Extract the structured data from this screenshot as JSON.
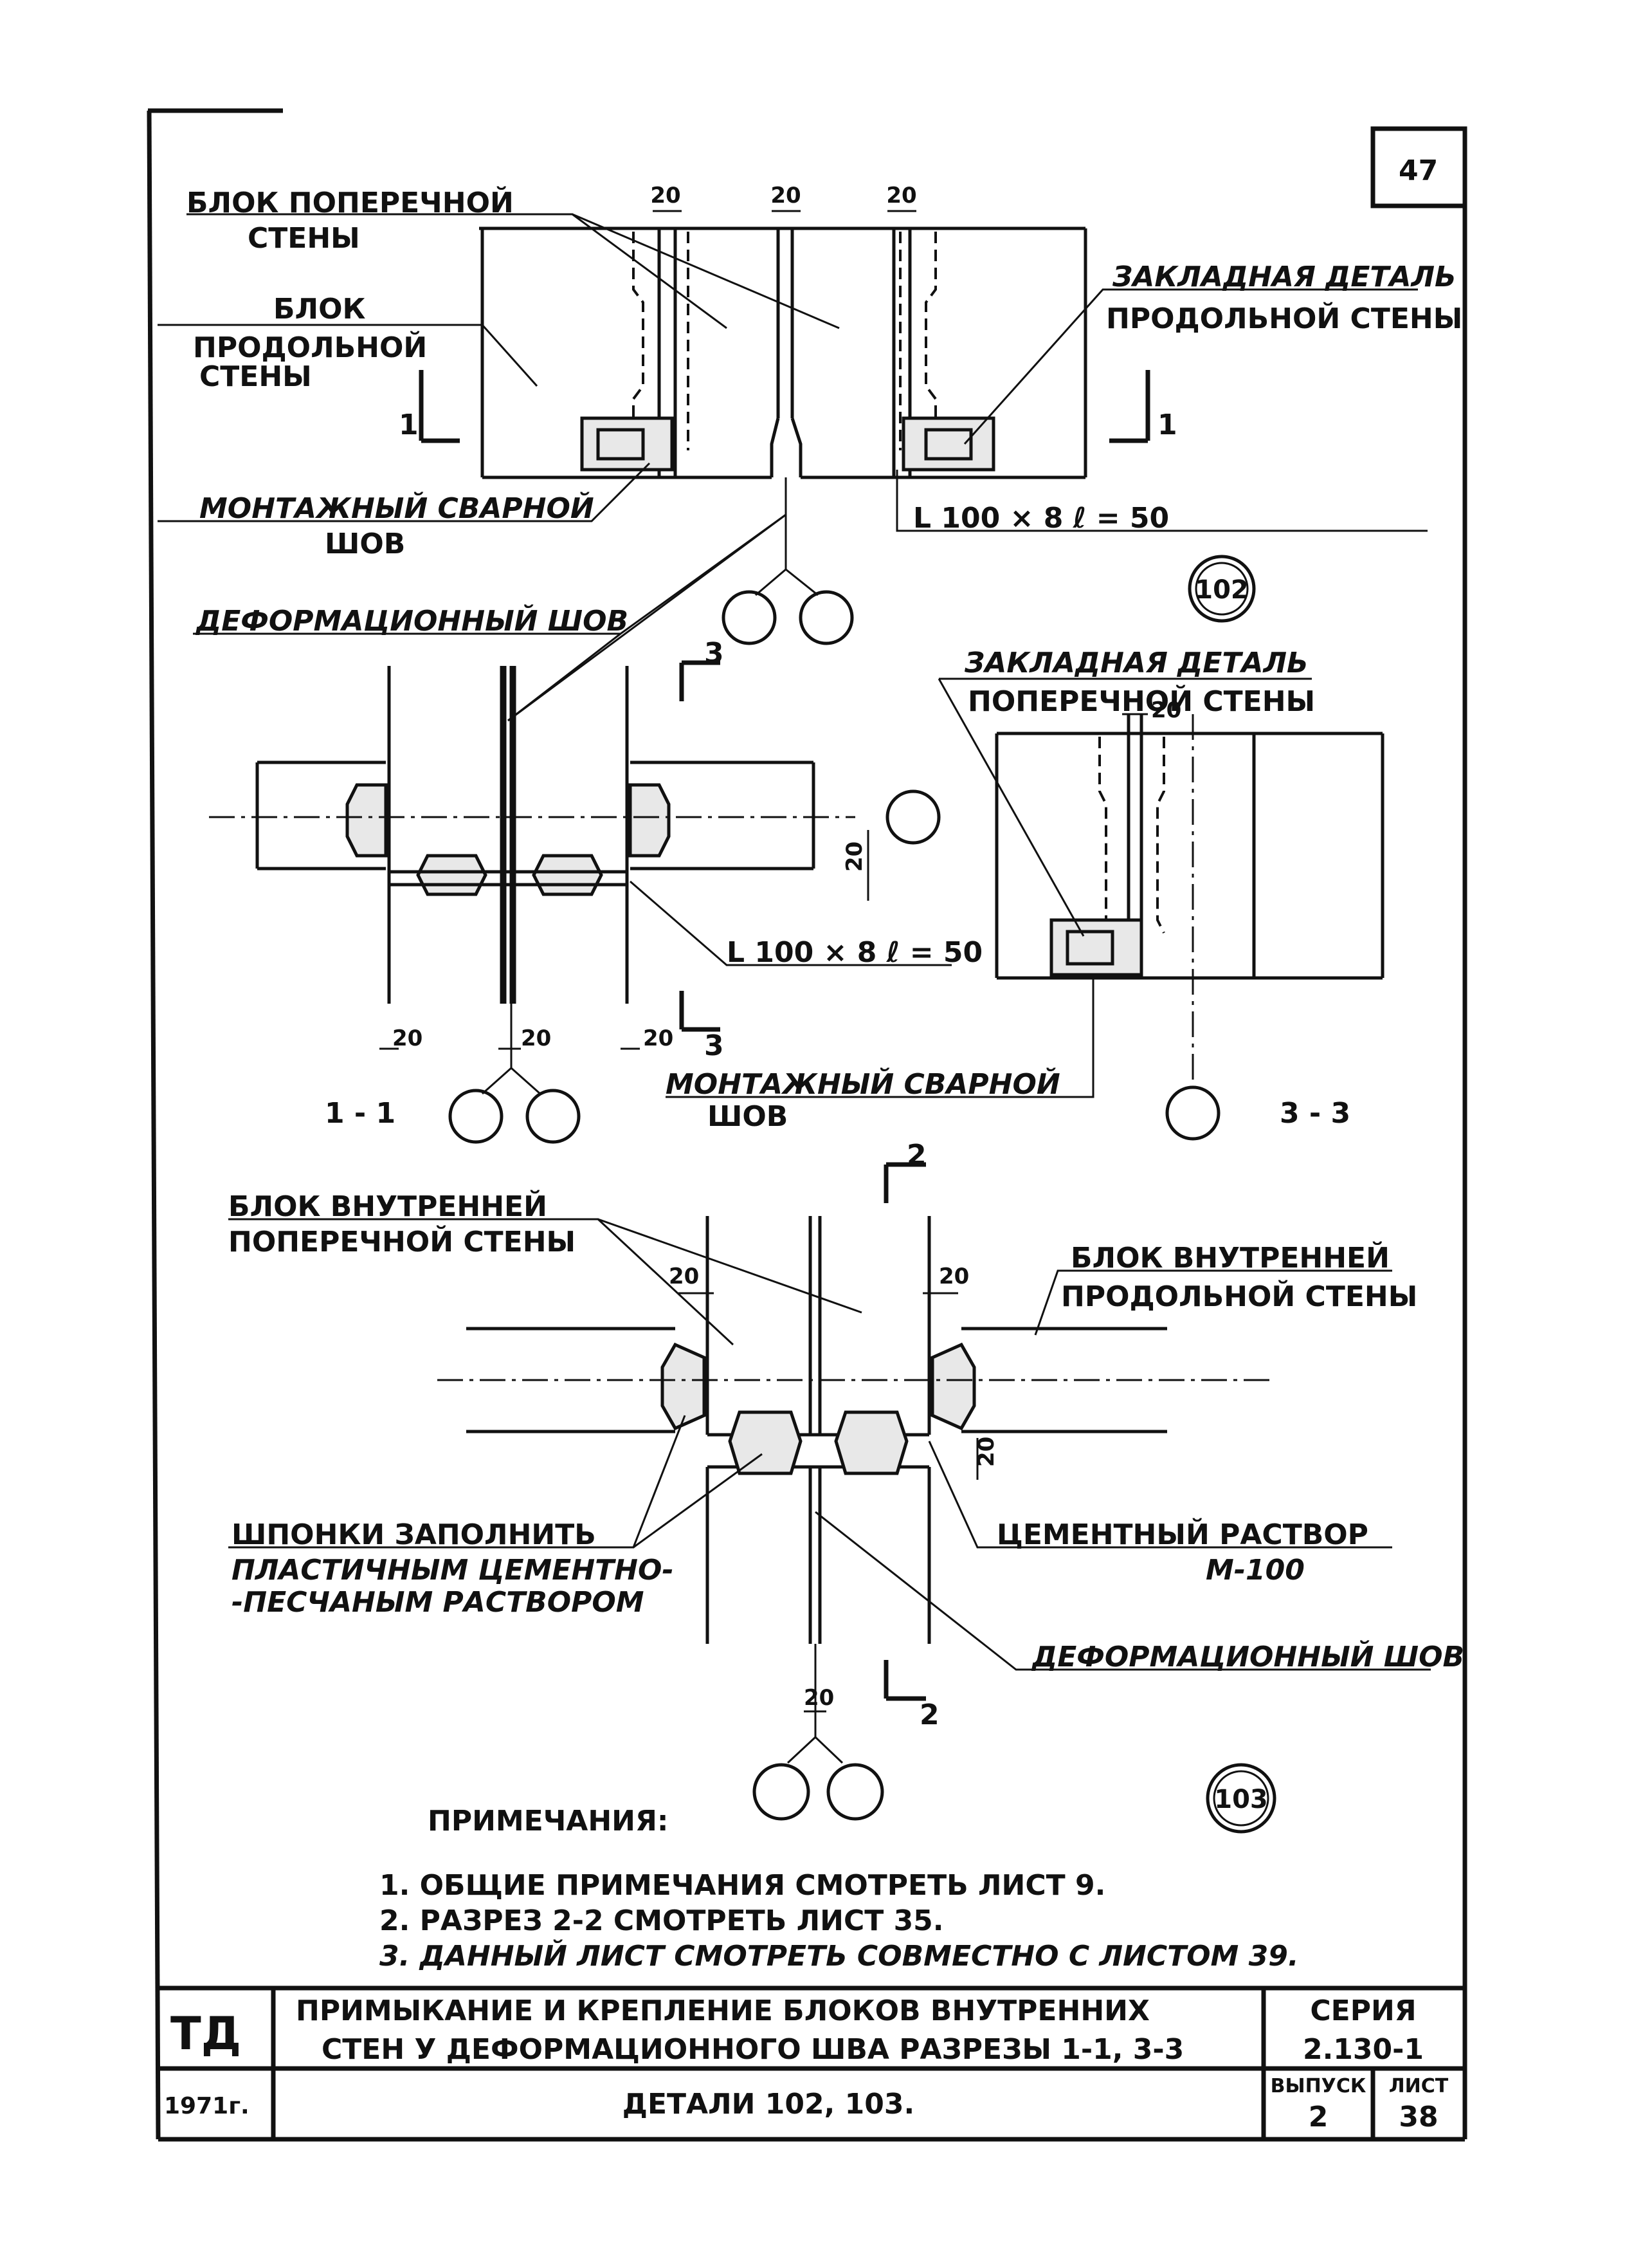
{
  "sheet": {
    "page_number": "47",
    "detail_102_label": "102",
    "detail_103_label": "103"
  },
  "detail_102": {
    "label_block_transverse_1": "БЛОК ПОПЕРЕЧНОЙ",
    "label_block_transverse_2": "СТЕНЫ",
    "label_block_long_1": "БЛОК",
    "label_block_long_2": "ПРОДОЛЬНОЙ",
    "label_block_long_3": "СТЕНЫ",
    "label_embed_long_1": "ЗАКЛАДНАЯ ДЕТАЛЬ",
    "label_embed_long_2": "ПРОДОЛЬНОЙ СТЕНЫ",
    "label_weld_1": "МОНТАЖНЫЙ СВАРНОЙ",
    "label_weld_2": "ШОВ",
    "label_angle": "L 100 × 8  ℓ = 50",
    "label_deform_joint": "ДЕФОРМАЦИОННЫЙ ШОВ",
    "dims": [
      "20",
      "20",
      "20"
    ],
    "section_marks": [
      "1",
      "1"
    ]
  },
  "section_1_1": {
    "title": "1 - 1",
    "dim_left": "20",
    "dim_mid": "20",
    "dim_right": "20",
    "dim_vert": "20",
    "section_mark_top": "3",
    "section_mark_bottom": "3",
    "label_angle": "L 100 × 8  ℓ = 50"
  },
  "section_3_3": {
    "title": "3 - 3",
    "label_embed_1": "ЗАКЛАДНАЯ ДЕТАЛЬ",
    "label_embed_2": "ПОПЕРЕЧНОЙ СТЕНЫ",
    "dim": "20",
    "label_weld_1": "МОНТАЖНЫЙ СВАРНОЙ",
    "label_weld_2": "ШОВ"
  },
  "detail_103": {
    "label_inner_transverse_1": "БЛОК ВНУТРЕННЕЙ",
    "label_inner_transverse_2": "ПОПЕРЕЧНОЙ СТЕНЫ",
    "label_inner_long_1": "БЛОК ВНУТРЕННЕЙ",
    "label_inner_long_2": "ПРОДОЛЬНОЙ СТЕНЫ",
    "label_keys_1": "ШПОНКИ ЗАПОЛНИТЬ",
    "label_keys_2": "ПЛАСТИЧНЫМ ЦЕМЕНТНО-",
    "label_keys_3": "-ПЕСЧАНЫМ РАСТВОРОМ",
    "label_cement_1": "ЦЕМЕНТНЫЙ РАСТВОР",
    "label_cement_2": "М-100",
    "label_deform_joint": "ДЕФОРМАЦИОННЫЙ ШОВ",
    "dim_left": "20",
    "dim_right": "20",
    "dim_vert": "20",
    "dim_bottom": "20",
    "section_mark_top": "2",
    "section_mark_bottom": "2"
  },
  "notes": {
    "heading": "ПРИМЕЧАНИЯ:",
    "items": [
      "1. ОБЩИЕ ПРИМЕЧАНИЯ СМОТРЕТЬ ЛИСТ 9.",
      "2. РАЗРЕЗ 2-2 СМОТРЕТЬ ЛИСТ 35.",
      "3. ДАННЫЙ ЛИСТ СМОТРЕТЬ СОВМЕСТНО С ЛИСТОМ 39."
    ]
  },
  "title_block": {
    "org": "ТД",
    "year": "1971г.",
    "title_line_1": "ПРИМЫКАНИЕ И КРЕПЛЕНИЕ БЛОКОВ ВНУТРЕННИХ",
    "title_line_2": "СТЕН У ДЕФОРМАЦИОННОГО ШВА РАЗРЕЗЫ 1-1, 3-3",
    "title_line_3": "ДЕТАЛИ 102, 103.",
    "series_label": "СЕРИЯ",
    "series_value": "2.130-1",
    "issue_label": "ВЫПУСК",
    "issue_value": "2",
    "sheet_label": "ЛИСТ",
    "sheet_value": "38"
  }
}
